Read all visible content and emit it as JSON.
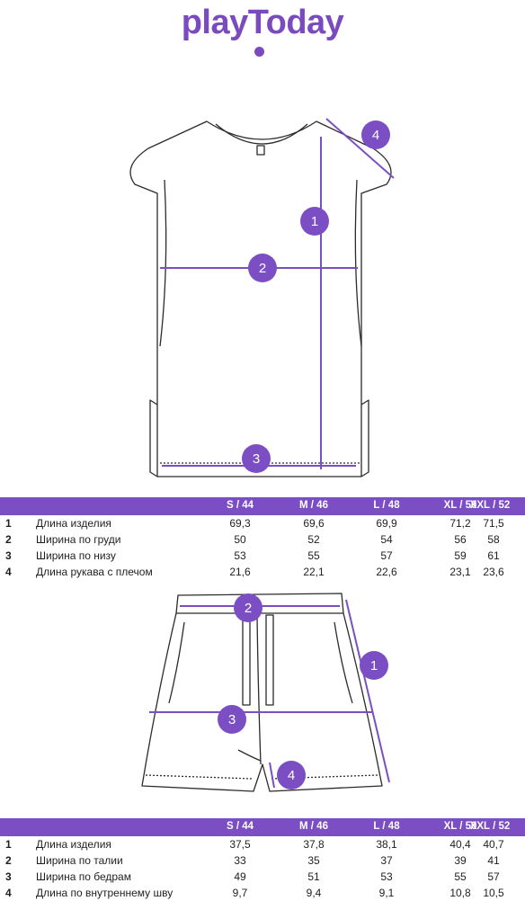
{
  "brand": {
    "logo_text": "playToday",
    "accent_color": "#7b4fc3"
  },
  "tshirt": {
    "markers": [
      "1",
      "2",
      "3",
      "4"
    ],
    "table": {
      "headers": [
        "S / 44",
        "M / 46",
        "L / 48",
        "XL / 50",
        "XXL / 52"
      ],
      "rows": [
        {
          "num": "1",
          "label": "Длина изделия",
          "values": [
            "69,3",
            "69,6",
            "69,9",
            "71,2",
            "71,5"
          ]
        },
        {
          "num": "2",
          "label": "Ширина по груди",
          "values": [
            "50",
            "52",
            "54",
            "56",
            "58"
          ]
        },
        {
          "num": "3",
          "label": "Ширина по низу",
          "values": [
            "53",
            "55",
            "57",
            "59",
            "61"
          ]
        },
        {
          "num": "4",
          "label": "Длина рукава с плечом",
          "values": [
            "21,6",
            "22,1",
            "22,6",
            "23,1",
            "23,6"
          ]
        }
      ]
    }
  },
  "shorts": {
    "markers": [
      "1",
      "2",
      "3",
      "4"
    ],
    "table": {
      "headers": [
        "S / 44",
        "M / 46",
        "L / 48",
        "XL / 50",
        "XXL / 52"
      ],
      "rows": [
        {
          "num": "1",
          "label": "Длина изделия",
          "values": [
            "37,5",
            "37,8",
            "38,1",
            "40,4",
            "40,7"
          ]
        },
        {
          "num": "2",
          "label": "Ширина по талии",
          "values": [
            "33",
            "35",
            "37",
            "39",
            "41"
          ]
        },
        {
          "num": "3",
          "label": "Ширина по бедрам",
          "values": [
            "49",
            "51",
            "53",
            "55",
            "57"
          ]
        },
        {
          "num": "4",
          "label": "Длина по внутреннему шву",
          "values": [
            "9,7",
            "9,4",
            "9,1",
            "10,8",
            "10,5"
          ]
        }
      ]
    }
  }
}
